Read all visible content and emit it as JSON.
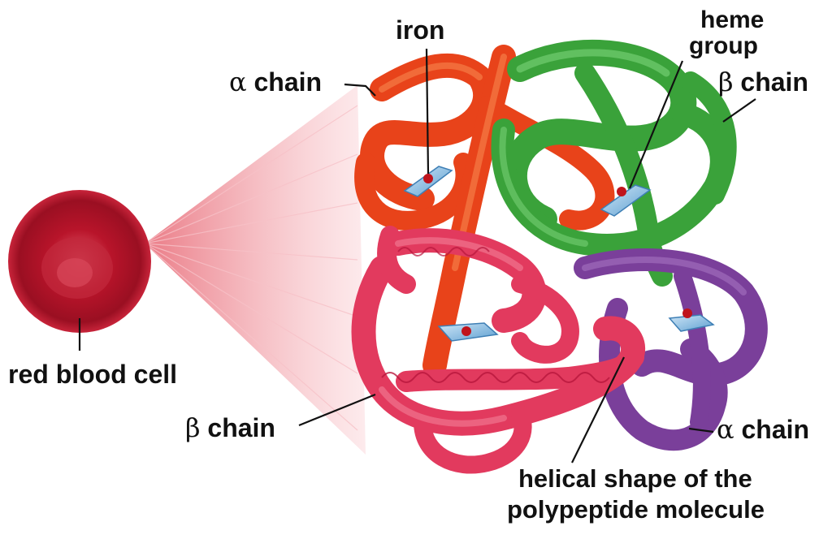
{
  "labels": {
    "iron": "iron",
    "heme_line1": "heme",
    "heme_line2": "group",
    "alpha_top_symbol": "α",
    "alpha_top_word": " chain",
    "beta_top_symbol": "β",
    "beta_top_word": " chain",
    "red_blood_cell": "red blood cell",
    "beta_bottom_symbol": "β",
    "beta_bottom_word": " chain",
    "alpha_bottom_symbol": "α",
    "alpha_bottom_word": " chain",
    "helical_line1": "helical shape of the",
    "helical_line2": "polypeptide molecule"
  },
  "colors": {
    "alpha_top_chain": "#e8431a",
    "beta_top_chain": "#3aa23a",
    "beta_bottom_chain": "#e23a5e",
    "alpha_bottom_chain": "#7a3f9a",
    "heme": "#8fc4e8",
    "iron": "#c0141c",
    "blood_cell": "#b8142a",
    "fan": "#f3a0a8"
  }
}
